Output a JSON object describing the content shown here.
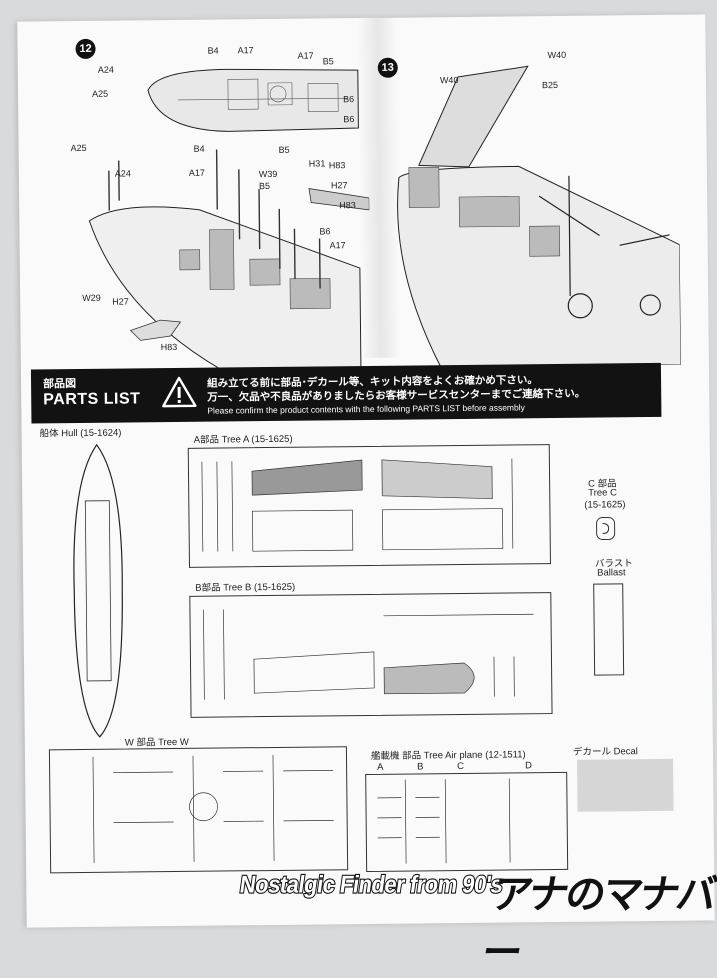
{
  "steps": {
    "step12": {
      "number": "12",
      "top_labels": [
        "B4",
        "A17",
        "A17",
        "B5",
        "A24",
        "A25",
        "B6",
        "B6"
      ],
      "side_labels": [
        "A25",
        "A24",
        "B4",
        "A17",
        "W39",
        "B5",
        "B5",
        "B6",
        "A17",
        "W29"
      ],
      "callouts": [
        "H31",
        "H83",
        "H27",
        "H83",
        "H27",
        "H83"
      ]
    },
    "step13": {
      "number": "13",
      "labels": [
        "W40",
        "W40",
        "B25"
      ]
    }
  },
  "parts_list": {
    "title_jp": "部品図",
    "title_en": "PARTS LIST",
    "warning_jp_1": "組み立てる前に部品･デカール等、キット内容をよくお確かめ下さい。",
    "warning_jp_2": "万一、欠品や不良品がありましたらお客様サービスセンターまでご連絡下さい。",
    "warning_en": "Please confirm the product contents with the following PARTS LIST before assembly"
  },
  "trees": {
    "hull": "船体 Hull (15-1624)",
    "tree_a": "A部品 Tree A (15-1625)",
    "tree_b": "B部品 Tree B (15-1625)",
    "tree_c_1": "C 部品",
    "tree_c_2": "Tree C",
    "tree_c_3": "(15-1625)",
    "ballast_jp": "バラスト",
    "ballast_en": "Ballast",
    "tree_w": "W 部品 Tree W",
    "airplane": "艦載機 部品 Tree Air plane (12-1511)",
    "airplane_sub": [
      "A",
      "B",
      "C",
      "D"
    ],
    "decal": "デカール Decal"
  },
  "footer": {
    "brand_en": "Nostalgic Finder from 90's",
    "brand_jp": "アナのマナバー"
  }
}
